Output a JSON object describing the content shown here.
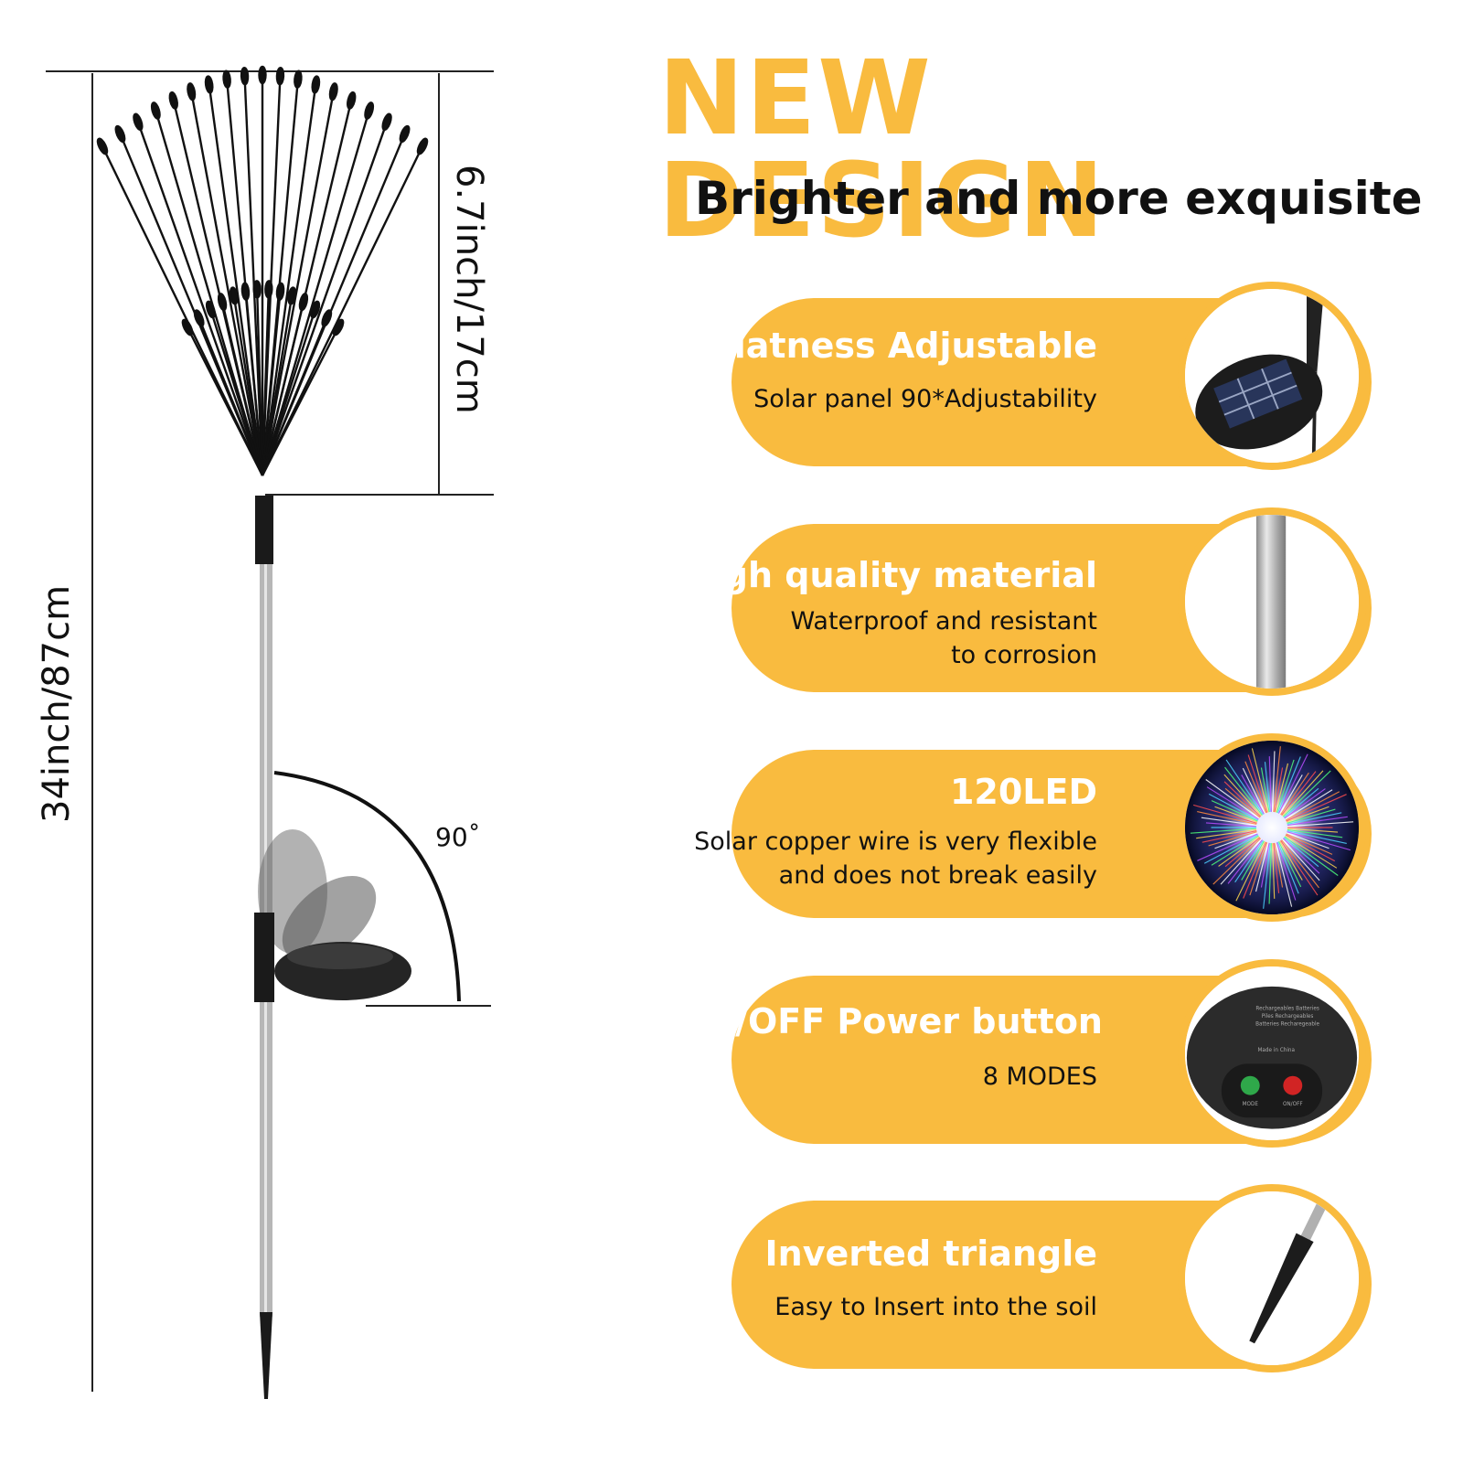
{
  "colors": {
    "accent": "#F9BB3F",
    "text": "#111111",
    "white": "#FFFFFF"
  },
  "headline": "NEW DESIGN",
  "subheadline": "Brighter and more exquisite",
  "dimensions": {
    "total_height": "34inch/87cm",
    "head_height": "6.7inch/17cm",
    "angle": "90˚"
  },
  "features": [
    {
      "title": "Flatness Adjustable",
      "desc": [
        "Solar panel 90*Adjustability"
      ],
      "icon": "solar-panel-icon"
    },
    {
      "title": "High quality material",
      "desc": [
        "Waterproof and resistant",
        "to corrosion"
      ],
      "icon": "metal-pole-icon"
    },
    {
      "title": "120LED",
      "desc": [
        "Solar copper wire is very flexible",
        "and does not break easily"
      ],
      "icon": "firework-light-icon"
    },
    {
      "title": "ON/OFF Power button",
      "desc": [
        "8 MODES"
      ],
      "icon": "power-button-icon"
    },
    {
      "title": "Inverted triangle",
      "desc": [
        "Easy to Insert into the soil"
      ],
      "icon": "ground-stake-icon"
    }
  ],
  "battery_box_text": [
    "Rechargeables Batteries",
    "Piles Rechargeables",
    "Batteries Recharegeable",
    "Made in China",
    "MODE",
    "ON/OFF"
  ]
}
